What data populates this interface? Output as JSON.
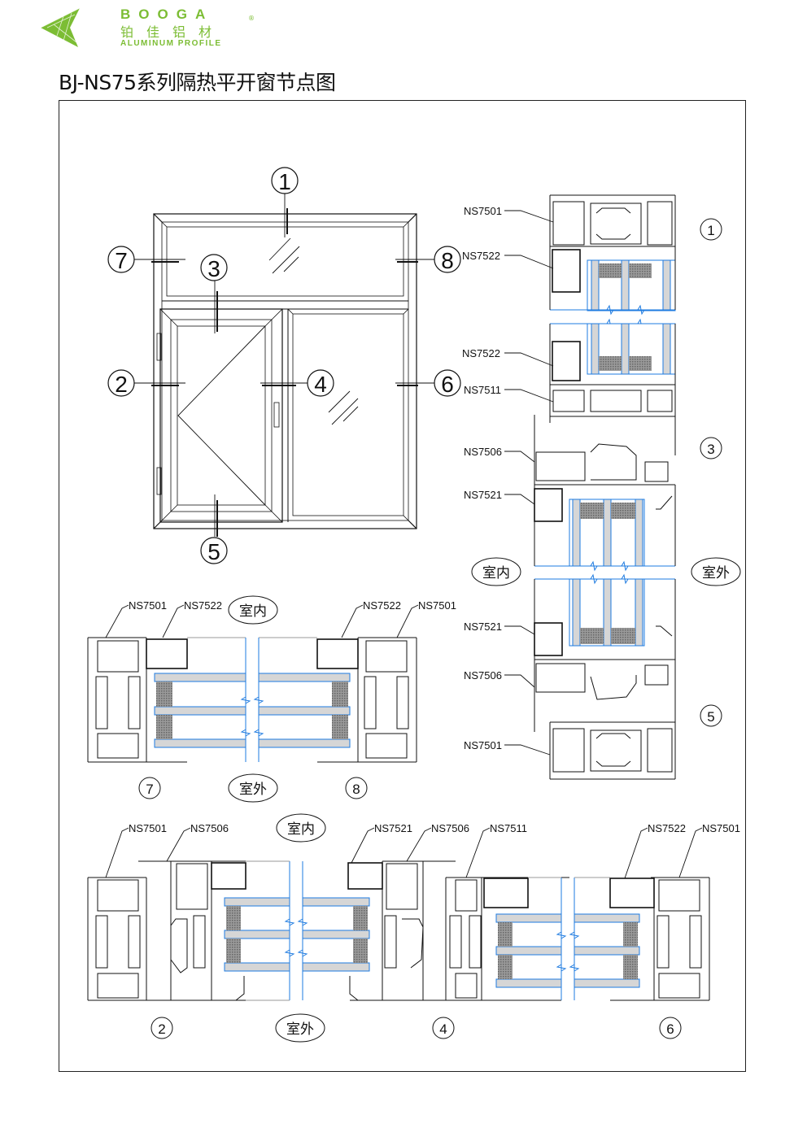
{
  "brand": {
    "name_en": "BOOGA",
    "name_cn": "铂佳铝材",
    "tagline": "ALUMINUM PROFILE",
    "registered": "®",
    "color": "#7cbd34"
  },
  "page_title": "BJ-NS75系列隔热平开窗节点图",
  "elevation": {
    "node_markers": [
      "1",
      "2",
      "3",
      "4",
      "5",
      "6",
      "7",
      "8"
    ]
  },
  "labels": {
    "indoor": "室内",
    "outdoor": "室外"
  },
  "vertical_section": {
    "profiles": [
      {
        "code": "NS7501",
        "group": "1"
      },
      {
        "code": "NS7522",
        "group": "1"
      },
      {
        "code": "NS7522",
        "group": "3"
      },
      {
        "code": "NS7511",
        "group": "3"
      },
      {
        "code": "NS7506",
        "group": "3"
      },
      {
        "code": "NS7521",
        "group": "3"
      },
      {
        "code": "NS7521",
        "group": "5"
      },
      {
        "code": "NS7506",
        "group": "5"
      },
      {
        "code": "NS7501",
        "group": "5"
      }
    ],
    "node_ids": [
      "1",
      "3",
      "5"
    ]
  },
  "section_78": {
    "left_labels": [
      "NS7501",
      "NS7522"
    ],
    "right_labels": [
      "NS7522",
      "NS7501"
    ],
    "node_ids": [
      "7",
      "8"
    ]
  },
  "section_246": {
    "labels_left": [
      "NS7501",
      "NS7506"
    ],
    "labels_mid": [
      "NS7521",
      "NS7506",
      "NS7511"
    ],
    "labels_right": [
      "NS7522",
      "NS7501"
    ],
    "node_ids": [
      "2",
      "4",
      "6"
    ]
  },
  "colors": {
    "line": "#111111",
    "glass_blue": "#1e7be0",
    "spacer_gray": "#8a8a8a"
  }
}
